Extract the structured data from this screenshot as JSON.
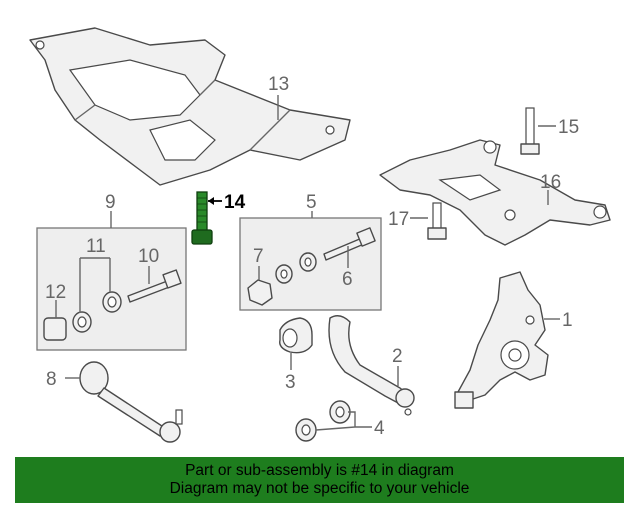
{
  "callouts": {
    "c1": "1",
    "c2": "2",
    "c3": "3",
    "c4": "4",
    "c5": "5",
    "c6": "6",
    "c7": "7",
    "c8": "8",
    "c9": "9",
    "c10": "10",
    "c11": "11",
    "c12": "12",
    "c13": "13",
    "c14": "14",
    "c15": "15",
    "c16": "16",
    "c17": "17"
  },
  "highlighted_part": "14",
  "colors": {
    "banner_bg": "#1e7d1e",
    "highlight_part": "#1f6b1f"
  },
  "banner": {
    "line1": "Part or sub-assembly is #14 in diagram",
    "line2": "Diagram may not be specific to your vehicle"
  }
}
